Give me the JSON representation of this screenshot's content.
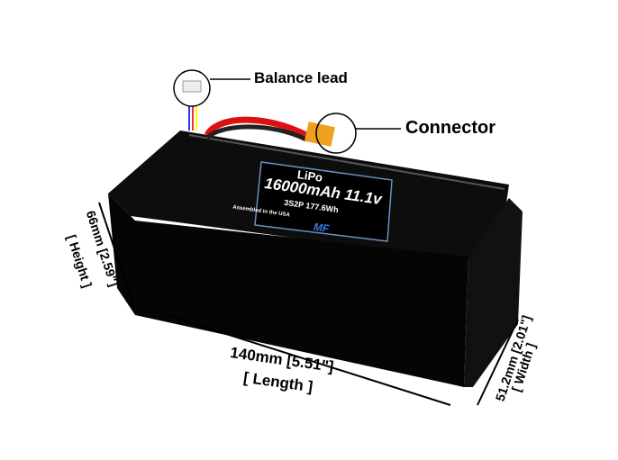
{
  "callouts": {
    "balance_lead": "Balance lead",
    "connector": "Connector"
  },
  "label": {
    "chemistry": "LiPo",
    "capacity_voltage": "16000mAh 11.1v",
    "config_energy": "3S2P 177.6Wh",
    "assembled": "Assembled in the USA",
    "logo": "MF"
  },
  "dimensions": {
    "height": "66mm [2.59\"]",
    "height_label": "[ Height ]",
    "length": "140mm [5.51\"]",
    "length_label": "[ Length ]",
    "width": "51.2mm [2.01\"]",
    "width_label": "[ Width ]"
  }
}
